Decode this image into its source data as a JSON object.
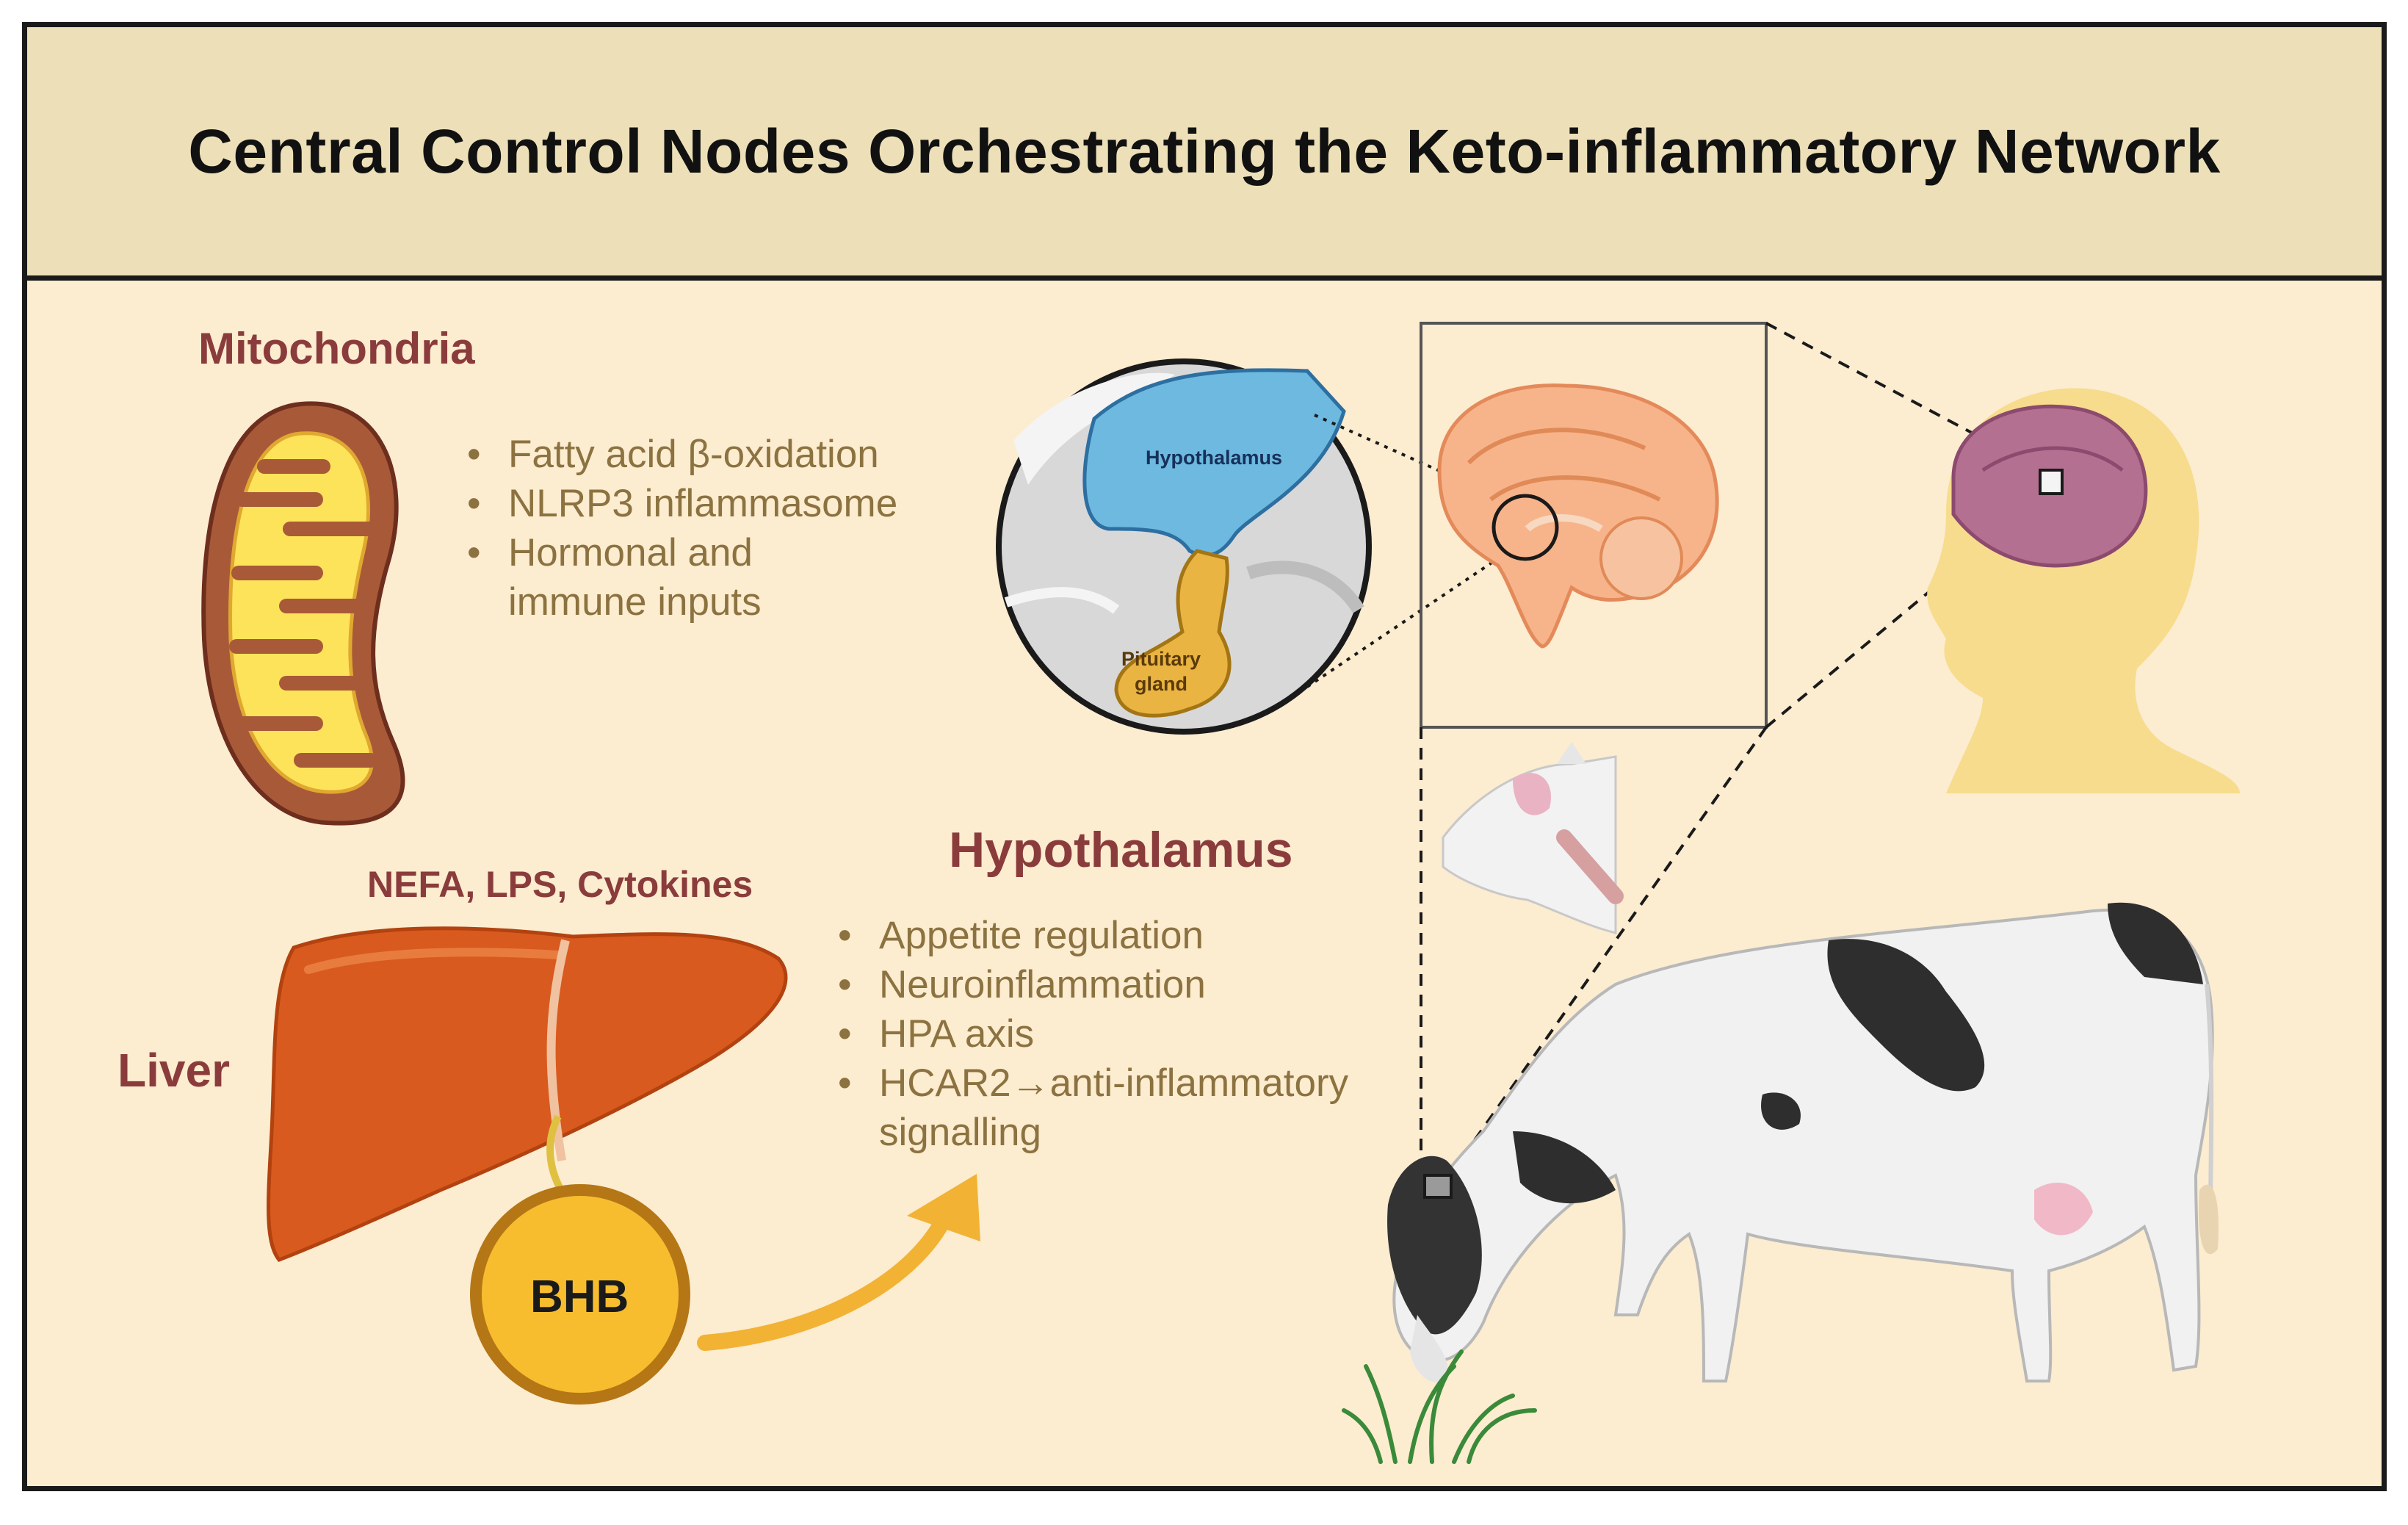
{
  "title": "Central Control Nodes Orchestrating the Keto-inflammatory Network",
  "mitochondria": {
    "label": "Mitochondria",
    "bullets": [
      "Fatty acid β-oxidation",
      "NLRP3 inflammasome",
      "Hormonal and immune inputs"
    ]
  },
  "liver": {
    "label": "Liver",
    "inputs_label": "NEFA, LPS, Cytokines",
    "metabolite": "BHB"
  },
  "hypothalamus": {
    "label": "Hypothalamus",
    "bullets": [
      "Appetite regulation",
      "Neuroinflammation",
      "HPA axis",
      "HCAR2→anti-inflammatory signalling"
    ]
  },
  "brain_inset": {
    "hypothalamus_label": "Hypothalamus",
    "pituitary_label": "Pituitary gland"
  },
  "colors": {
    "background": "#fcecd0",
    "header": "#ede0b8",
    "label_red": "#8a3c3c",
    "bullet_text": "#8b7240",
    "liver": "#d95a1e",
    "bhb": "#f7bd2f",
    "arrow": "#f2b233",
    "hypothalamus_blue": "#6db9e0",
    "pituitary": "#eab443"
  },
  "icons": [
    "mitochondria-icon",
    "liver-icon",
    "bhb-molecule-icon",
    "curved-arrow-icon",
    "hypothalamus-zoom-icon",
    "brain-sagittal-icon",
    "human-head-icon",
    "cow-head-icon",
    "grazing-cow-icon",
    "grass-icon"
  ]
}
